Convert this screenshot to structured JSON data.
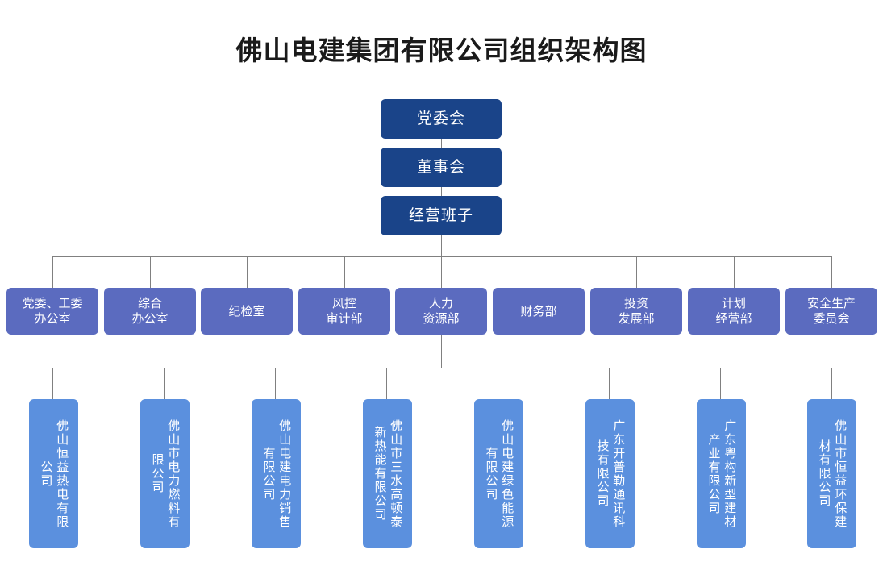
{
  "title": "佛山电建集团有限公司组织架构图",
  "colors": {
    "level1": "#1a4489",
    "level2": "#5b6bbf",
    "level3": "#5b90de",
    "connector": "#808080",
    "background": "#ffffff",
    "title_text": "#1a1a1a",
    "node_text": "#ffffff"
  },
  "levels": {
    "governance": [
      {
        "label": "党委会"
      },
      {
        "label": "董事会"
      },
      {
        "label": "经营班子"
      }
    ],
    "departments": [
      {
        "label": "党委、工委\n办公室"
      },
      {
        "label": "综合\n办公室"
      },
      {
        "label": "纪检室"
      },
      {
        "label": "风控\n审计部"
      },
      {
        "label": "人力\n资源部"
      },
      {
        "label": "财务部"
      },
      {
        "label": "投资\n发展部"
      },
      {
        "label": "计划\n经营部"
      },
      {
        "label": "安全生产\n委员会"
      }
    ],
    "subsidiaries": [
      {
        "label": "佛山恒益热电有限公司"
      },
      {
        "label": "佛山市电力燃料有限公司"
      },
      {
        "label": "佛山电建电力销售有限公司"
      },
      {
        "label": "佛山市三水高顿泰新热能有限公司"
      },
      {
        "label": "佛山电建绿色能源有限公司"
      },
      {
        "label": "广东开普勒通讯科技有限公司"
      },
      {
        "label": "广东粤构新型建材产业有限公司"
      },
      {
        "label": "佛山市恒益环保建材有限公司"
      }
    ]
  }
}
